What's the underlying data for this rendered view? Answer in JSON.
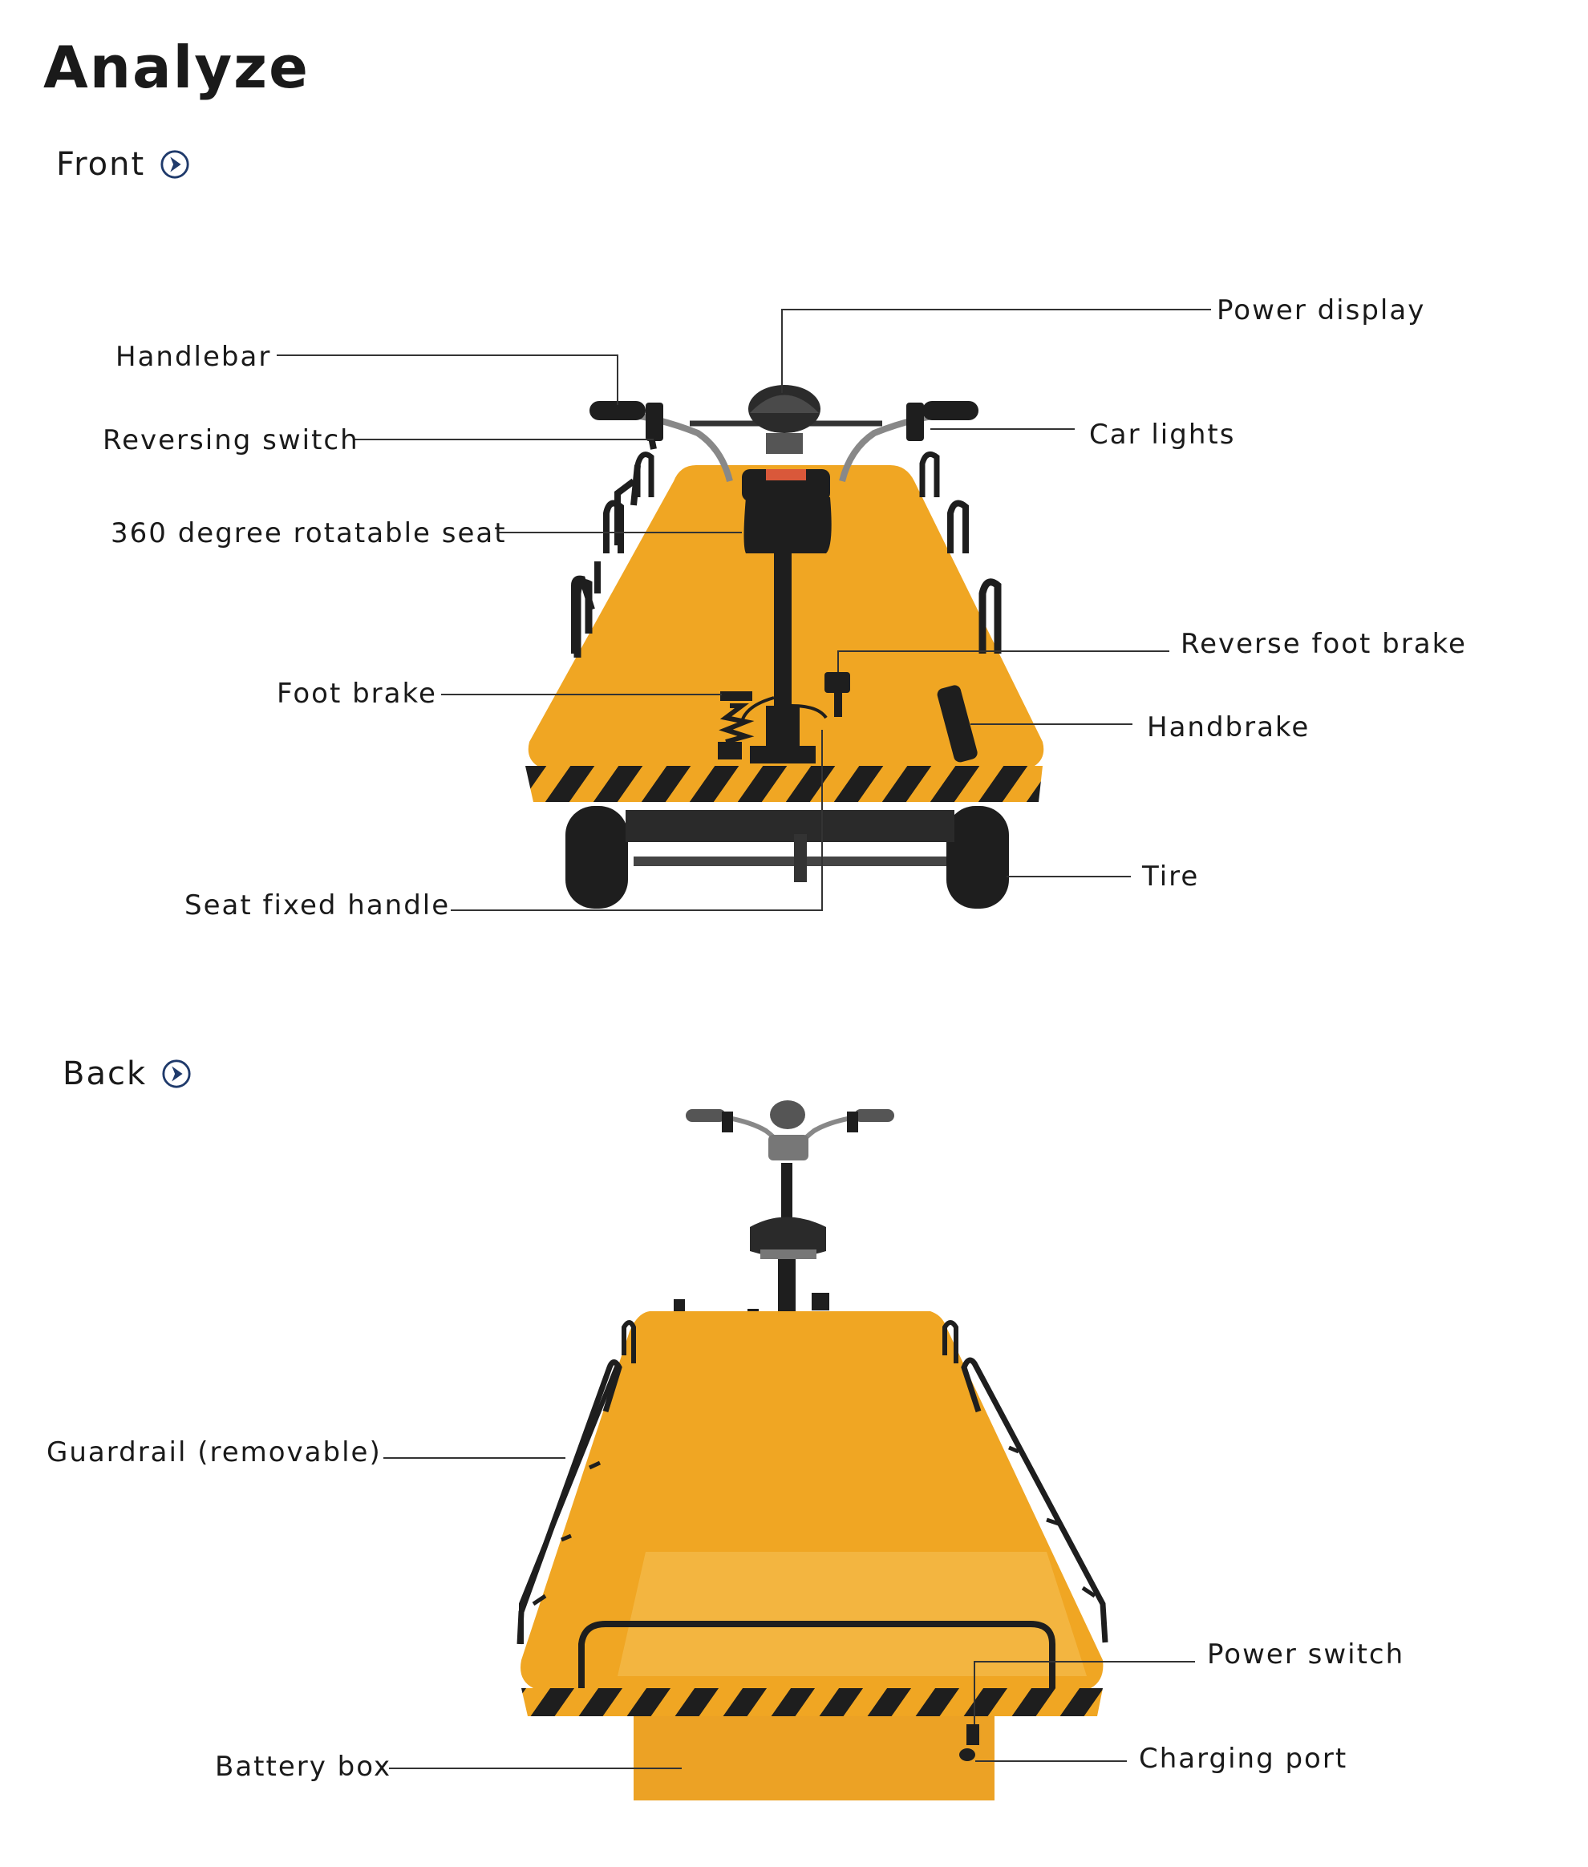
{
  "title": "Analyze",
  "sections": {
    "front": {
      "label": "Front"
    },
    "back": {
      "label": "Back"
    }
  },
  "front_labels": {
    "power_display": "Power display",
    "handlebar": "Handlebar",
    "reversing_switch": "Reversing switch",
    "car_lights": "Car lights",
    "rotatable_seat": "360 degree rotatable seat",
    "reverse_foot_brake": "Reverse foot brake",
    "foot_brake": "Foot brake",
    "handbrake": "Handbrake",
    "tire": "Tire",
    "seat_fixed_handle": "Seat fixed handle"
  },
  "back_labels": {
    "guardrail": "Guardrail (removable)",
    "power_switch": "Power switch",
    "battery_box": "Battery box",
    "charging_port": "Charging port"
  },
  "colors": {
    "body": "#f0a623",
    "body_light": "#f6c15a",
    "frame": "#1e1e1e",
    "leader": "#333333",
    "accent_icon": "#1f3a6b"
  },
  "icons": {
    "section_arrow": "chevron-circle-right-icon"
  }
}
